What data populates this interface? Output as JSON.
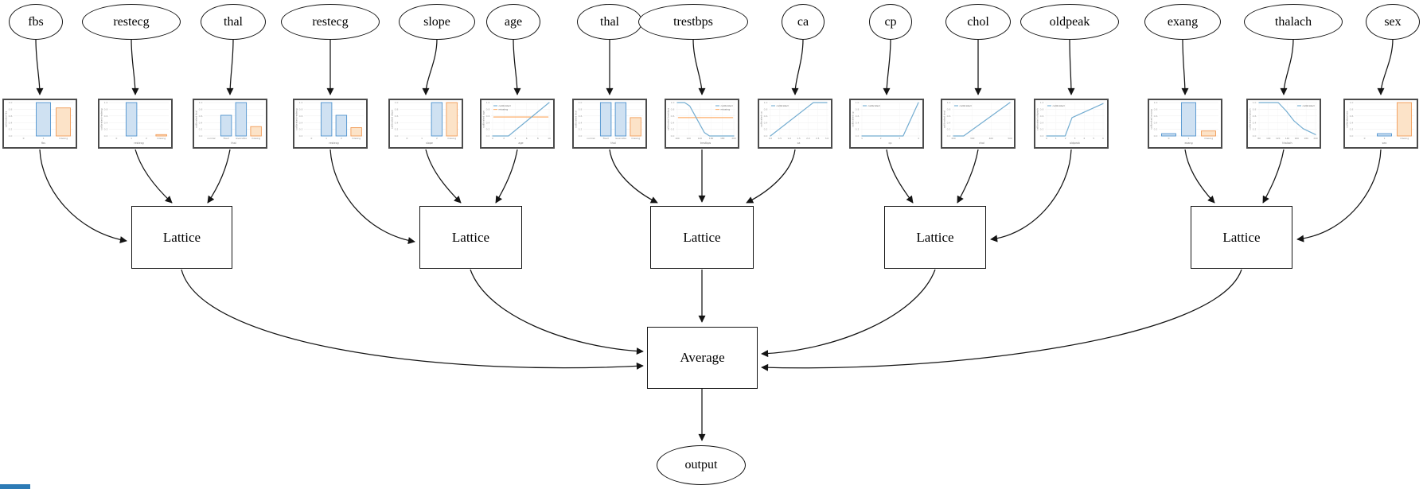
{
  "nodes": {
    "average_label": "Average",
    "output_label": "output"
  },
  "legend_labels": {
    "calibrated": "calibrated",
    "missing": "missing"
  },
  "yticks": [
    "0.0",
    "0.2",
    "0.4",
    "0.6",
    "0.8",
    "1.0"
  ],
  "colors": {
    "calibrated_blue": "#74add1",
    "missing_orange": "#fdae6b",
    "bar_blue_edge": "#4f93ce",
    "bar_blue_fill": "#cfe1f2",
    "bar_orange_edge": "#f19b57",
    "bar_orange_fill": "#fce3c8",
    "edge_black": "#141414",
    "accent_strip": "#2d7bb6"
  },
  "features": [
    {
      "label": "fbs",
      "ylabel": "calibrated fbs",
      "xlabel": "fbs",
      "chart": {
        "type": "bar",
        "categories": [
          "0",
          "1",
          "missing"
        ],
        "values": [
          0,
          1.0,
          0.84
        ]
      }
    },
    {
      "label": "restecg",
      "ylabel": "calibrated restecg",
      "xlabel": "restecg",
      "chart": {
        "type": "bar",
        "categories": [
          "0",
          "1",
          "2",
          "missing"
        ],
        "values": [
          0,
          1.0,
          0,
          0.04
        ]
      }
    },
    {
      "label": "thal",
      "ylabel": "calibrated thal",
      "xlabel": "thal",
      "chart": {
        "type": "bar",
        "categories": [
          "normal",
          "fixed",
          "reversible",
          "missing"
        ],
        "values": [
          0,
          0.62,
          1.0,
          0.28
        ]
      }
    },
    {
      "label": "restecg",
      "ylabel": "calibrated restecg",
      "xlabel": "restecg",
      "chart": {
        "type": "bar",
        "categories": [
          "0",
          "1",
          "2",
          "missing"
        ],
        "values": [
          0,
          1.0,
          0.62,
          0.25
        ]
      }
    },
    {
      "label": "slope",
      "ylabel": "calibrated slope",
      "xlabel": "slope",
      "chart": {
        "type": "bar",
        "categories": [
          "0",
          "1",
          "2",
          "missing"
        ],
        "values": [
          0,
          0,
          1.0,
          1.0
        ]
      }
    },
    {
      "label": "age",
      "ylabel": "calibrated age",
      "xlabel": "age",
      "chart": {
        "type": "line",
        "legend": "tl",
        "xticks": [
          "0",
          "2",
          "4",
          "6",
          "8",
          "10"
        ],
        "series": [
          {
            "name": "calibrated",
            "points": [
              [
                0,
                0
              ],
              [
                0.28,
                0
              ],
              [
                1,
                1
              ]
            ]
          },
          {
            "name": "missing",
            "points": [
              [
                0.02,
                0.57
              ],
              [
                0.98,
                0.57
              ]
            ]
          }
        ]
      }
    },
    {
      "label": "thal",
      "ylabel": "calibrated thal",
      "xlabel": "thal",
      "chart": {
        "type": "bar",
        "categories": [
          "normal",
          "fixed",
          "reversible",
          "missing"
        ],
        "values": [
          0,
          1.0,
          1.0,
          0.55
        ]
      }
    },
    {
      "label": "trestbps",
      "ylabel": "calibrated trestbps",
      "xlabel": "trestbps",
      "chart": {
        "type": "line",
        "legend": "tr",
        "xticks": [
          "100",
          "120",
          "140",
          "160",
          "180",
          "200"
        ],
        "series": [
          {
            "name": "calibrated",
            "points": [
              [
                0,
                1
              ],
              [
                0.13,
                1
              ],
              [
                0.22,
                0.9
              ],
              [
                0.48,
                0.1
              ],
              [
                0.57,
                0
              ],
              [
                1,
                0
              ]
            ]
          },
          {
            "name": "missing",
            "points": [
              [
                0.02,
                0.55
              ],
              [
                0.98,
                0.55
              ]
            ]
          }
        ]
      }
    },
    {
      "label": "ca",
      "ylabel": "calibrated ca",
      "xlabel": "ca",
      "chart": {
        "type": "line",
        "legend": "tl",
        "xticks": [
          "0.0",
          "0.5",
          "1.0",
          "1.5",
          "2.0",
          "2.5",
          "3.0"
        ],
        "series": [
          {
            "name": "calibrated",
            "points": [
              [
                0,
                0
              ],
              [
                0.76,
                1
              ],
              [
                1,
                1
              ]
            ]
          }
        ]
      }
    },
    {
      "label": "cp",
      "ylabel": "calibrated cp",
      "xlabel": "cp",
      "chart": {
        "type": "line",
        "legend": "tl",
        "xticks": [
          "1",
          "2",
          "3",
          "4"
        ],
        "series": [
          {
            "name": "calibrated",
            "points": [
              [
                0,
                0
              ],
              [
                0.73,
                0
              ],
              [
                1,
                1
              ]
            ]
          }
        ]
      }
    },
    {
      "label": "chol",
      "ylabel": "calibrated chol",
      "xlabel": "chol",
      "chart": {
        "type": "line",
        "legend": "tl",
        "xticks": [
          "200",
          "300",
          "400",
          "500"
        ],
        "series": [
          {
            "name": "calibrated",
            "points": [
              [
                0,
                0
              ],
              [
                0.18,
                0
              ],
              [
                1,
                1
              ]
            ]
          }
        ]
      }
    },
    {
      "label": "oldpeak",
      "ylabel": "calibrated oldpeak",
      "xlabel": "oldpeak",
      "chart": {
        "type": "line",
        "legend": "tl",
        "xticks": [
          "0",
          "1",
          "2",
          "3",
          "4",
          "5",
          "6"
        ],
        "series": [
          {
            "name": "calibrated",
            "points": [
              [
                0,
                0
              ],
              [
                0.33,
                0
              ],
              [
                0.45,
                0.55
              ],
              [
                1,
                0.97
              ]
            ]
          }
        ]
      }
    },
    {
      "label": "exang",
      "ylabel": "calibrated exang",
      "xlabel": "exang",
      "chart": {
        "type": "bar",
        "categories": [
          "0",
          "1",
          "missing"
        ],
        "values": [
          0.07,
          1.0,
          0.15
        ]
      }
    },
    {
      "label": "thalach",
      "ylabel": "calibrated thalach",
      "xlabel": "thalach",
      "chart": {
        "type": "line",
        "legend": "tr",
        "xticks": [
          "80",
          "100",
          "120",
          "140",
          "160",
          "180",
          "200"
        ],
        "series": [
          {
            "name": "calibrated",
            "points": [
              [
                0,
                1
              ],
              [
                0.34,
                1
              ],
              [
                0.48,
                0.75
              ],
              [
                0.62,
                0.45
              ],
              [
                0.78,
                0.22
              ],
              [
                1,
                0.04
              ]
            ]
          }
        ]
      }
    },
    {
      "label": "sex",
      "ylabel": "calibrated sex",
      "xlabel": "sex",
      "chart": {
        "type": "bar",
        "categories": [
          "0",
          "1",
          "missing"
        ],
        "values": [
          0,
          0.07,
          1.0
        ]
      }
    }
  ],
  "lattices": [
    {
      "label": "Lattice",
      "inputs": [
        "fbs",
        "restecg",
        "thal"
      ]
    },
    {
      "label": "Lattice",
      "inputs": [
        "restecg",
        "slope",
        "age"
      ]
    },
    {
      "label": "Lattice",
      "inputs": [
        "thal",
        "trestbps",
        "ca"
      ]
    },
    {
      "label": "Lattice",
      "inputs": [
        "cp",
        "chol",
        "oldpeak"
      ]
    },
    {
      "label": "Lattice",
      "inputs": [
        "exang",
        "thalach",
        "sex"
      ]
    }
  ]
}
